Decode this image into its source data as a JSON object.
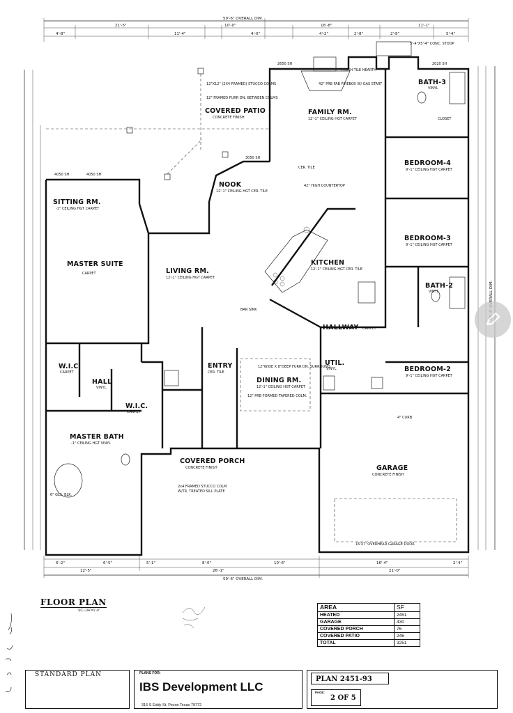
{
  "sheet": {
    "overall_top": "59'-6\" OVERALL DIM.",
    "overall_bottom": "59'-6\" OVERALL DIM.",
    "overall_right": "63'-4\" OVERALL DIM.",
    "top_dims": [
      "21'-5\"",
      "10'-0\"",
      "16'-8\"",
      "11'-1\""
    ],
    "top_dims_2": [
      "4'-8\"",
      "11'-4\"",
      "4'-0\"",
      "4'-2\"",
      "2'-8\"",
      "2'-8\"",
      "5'-4\""
    ],
    "bottom_dims": [
      "6'-2\"",
      "6'-5\"",
      "5'-1\"",
      "8'-0\"",
      "10'-6\"",
      "16'-4\"",
      "2'-4\""
    ],
    "bottom_dims_2": [
      "12'-5\"",
      "26'-1\"",
      "21'-0\""
    ]
  },
  "rooms": {
    "covered_patio": {
      "name": "COVERED PATIO",
      "note": "CONCRETE FINISH"
    },
    "family": {
      "name": "FAMILY RM.",
      "note": "12'-1\" CEILING HGT CARPET"
    },
    "bath3": {
      "name": "BATH-3",
      "note": "VINYL"
    },
    "bedroom4": {
      "name": "BEDROOM-4",
      "note": "9'-1\" CEILING HGT CARPET"
    },
    "nook": {
      "name": "NOOK",
      "note": "12'-1\" CEILING HGT CER. TILE"
    },
    "sitting": {
      "name": "SITTING RM.",
      "note": "-1\" CEILING HGT CARPET"
    },
    "master_suite": {
      "name": "MASTER SUITE",
      "note": "CARPET"
    },
    "living": {
      "name": "LIVING RM.",
      "note": "12'-1\" CEILING HGT CARPET"
    },
    "kitchen": {
      "name": "KITCHEN",
      "note": "12'-1\" CEILING HGT CER. TILE"
    },
    "bedroom3": {
      "name": "BEDROOM-3",
      "note": "9'-1\" CEILING HGT CARPET"
    },
    "bath2": {
      "name": "BATH-2",
      "note": "VINYL"
    },
    "hallway": {
      "name": "HALLWAY",
      "note": "CARPET"
    },
    "wic1": {
      "name": "W.I.C.",
      "note": "CARPET"
    },
    "hall": {
      "name": "HALL",
      "note": "VINYL"
    },
    "wic2": {
      "name": "W.I.C.",
      "note": "CARPET"
    },
    "entry": {
      "name": "ENTRY",
      "note": "CER. TILE"
    },
    "dining": {
      "name": "DINING RM.",
      "note": "12'-1\" CEILING HGT CARPET"
    },
    "util": {
      "name": "UTIL.",
      "note": "VINYL"
    },
    "bedroom2": {
      "name": "BEDROOM-2",
      "note": "9'-1\" CEILING HGT CARPET"
    },
    "master_bath": {
      "name": "MASTER BATH",
      "note": "-1\" CEILING HGT VINYL"
    },
    "covered_porch": {
      "name": "COVERED PORCH",
      "note": "CONCRETE FINISH"
    },
    "garage": {
      "name": "GARAGE",
      "note": "CONCRETE FINISH"
    }
  },
  "notes": {
    "stucco_cols": "12\"X12\" (2X4 FRAMED) STUCCO COLMS",
    "framed_furr": "12\" FRAMED FURR DN. BETWEEN COLMS",
    "flush_tile": "FLUSH TILE HEARTH",
    "firebox": "42\" PRE-FAB FIREBOX W/ GAS START",
    "high_counter": "42\" HIGH COUNTERTOP",
    "cer_tile": "CER. TILE",
    "bar_sink": "BAR SINK",
    "dining_furr": "12\"WIDE X 8\"DEEP FURR DN. SURROUND",
    "tapered_colm": "12\" PRE-FORMED TAPERED COLM.",
    "glass_blk": "6\" GLS. BLK.",
    "porch_colm": "2x4 FRAMED STUCCO COLM",
    "sill_plate": "W/TR. TREATED SILL PLATE",
    "overhead_door": "16'X7' OVERHEAD GARAGE DOOR",
    "curb": "4\" CURB",
    "closet": "CLOSET",
    "conc_stoop": "5'-4\"X5'-4\" CONC. STOOP",
    "window_4050": "4050 SH",
    "window_2650": "2650 SH",
    "window_2020": "2020 SH",
    "window_3050": "3050 SH"
  },
  "title_block": {
    "floor_plan": "FLOOR PLAN",
    "scale": "SC.-1/4\"=1'-0\"",
    "area_table": {
      "header": [
        "AREA",
        "SF"
      ],
      "rows": [
        [
          "HEATED",
          "2451"
        ],
        [
          "GARAGE",
          "430"
        ],
        [
          "COVERED PORCH",
          "76"
        ],
        [
          "COVERED PATIO",
          "246"
        ],
        [
          "TOTAL",
          "3251"
        ]
      ]
    },
    "standard_plan": "STANDARD PLAN",
    "plans_for": "PLANS FOR:",
    "company": "IBS Development LLC",
    "address": "315 S Eddy St. Pecos Texas 79772",
    "plan_no": "PLAN 2451-93",
    "page_label": "PAGE:",
    "page_no": "2 OF 5"
  },
  "icons": {
    "edit": "pencil-icon"
  }
}
